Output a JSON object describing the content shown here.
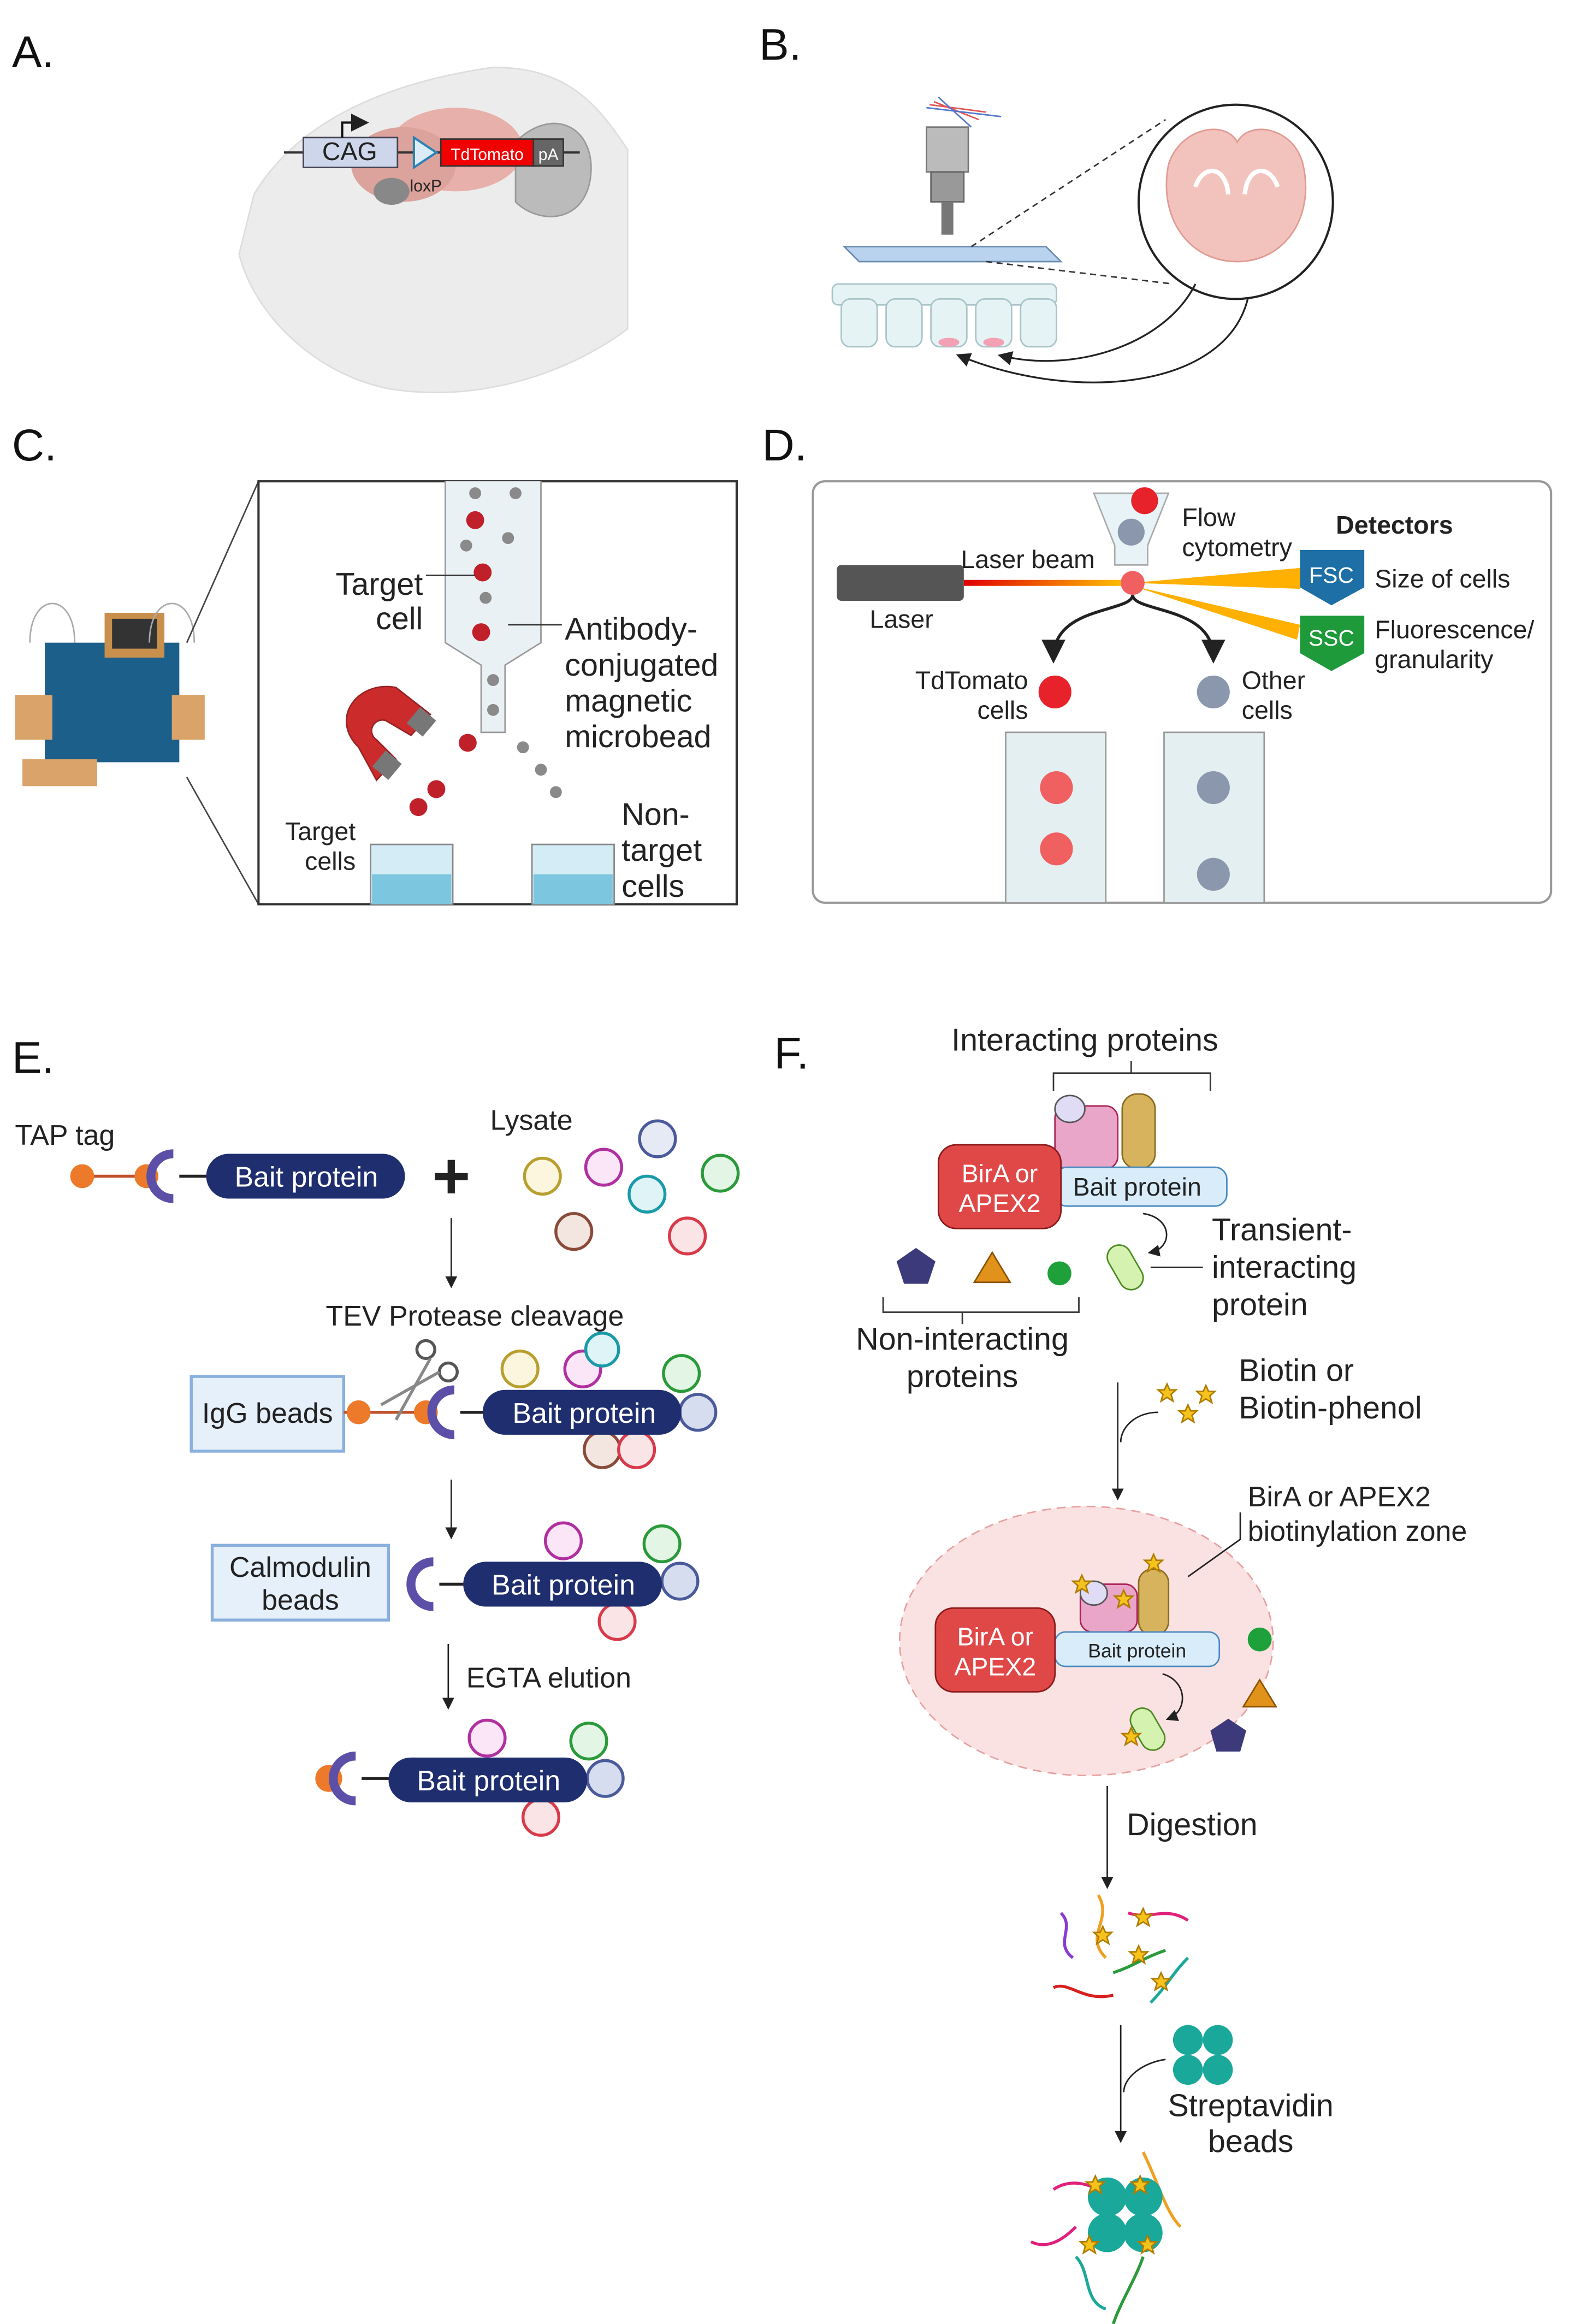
{
  "panels": {
    "a": "A.",
    "b": "B.",
    "c": "C.",
    "d": "D.",
    "e": "E.",
    "f": "F."
  },
  "panel_a": {
    "promoter": "CAG",
    "reporter": "TdTomato",
    "polya": "pA",
    "site": "loxP"
  },
  "panel_c": {
    "target_cell": [
      "Target",
      "cell"
    ],
    "microbead": [
      "Antibody-",
      "conjugated",
      "magnetic",
      "microbead"
    ],
    "target_cells": [
      "Target",
      "cells"
    ],
    "non_target_cells": [
      "Non-",
      "target",
      "cells"
    ]
  },
  "panel_d": {
    "flow": [
      "Flow",
      "cytometry"
    ],
    "detectors": "Detectors",
    "laser_beam": "Laser beam",
    "laser": "Laser",
    "fsc": "FSC",
    "ssc": "SSC",
    "fsc_desc": "Size of cells",
    "ssc_desc": [
      "Fluorescence/",
      "granularity"
    ],
    "tdtomato_cells": [
      "TdTomato",
      "cells"
    ],
    "other_cells": [
      "Other",
      "cells"
    ]
  },
  "panel_e": {
    "tap_tag": "TAP tag",
    "bait": "Bait protein",
    "lysate": "Lysate",
    "tev": "TEV Protease cleavage",
    "igg": "IgG beads",
    "calmodulin": [
      "Calmodulin",
      "beads"
    ],
    "egta": "EGTA elution"
  },
  "panel_f": {
    "interacting": "Interacting proteins",
    "ligase": [
      "BirA or",
      "APEX2"
    ],
    "bait": "Bait protein",
    "transient": [
      "Transient-",
      "interacting",
      "protein"
    ],
    "non_interacting": [
      "Non-interacting",
      "proteins"
    ],
    "biotin": [
      "Biotin or",
      "Biotin-phenol"
    ],
    "zone": [
      "BirA or APEX2",
      "biotinylation zone"
    ],
    "digestion": "Digestion",
    "streptavidin": [
      "Streptavidin",
      "beads"
    ]
  },
  "colors": {
    "tdtomato": "#f00000",
    "bait": "#1f2e6e",
    "ligase": "#e04848",
    "fsc": "#1d6fa5",
    "ssc": "#1e9a3a",
    "streptavidin": "#1aa89a",
    "beam": "#ffb000"
  }
}
